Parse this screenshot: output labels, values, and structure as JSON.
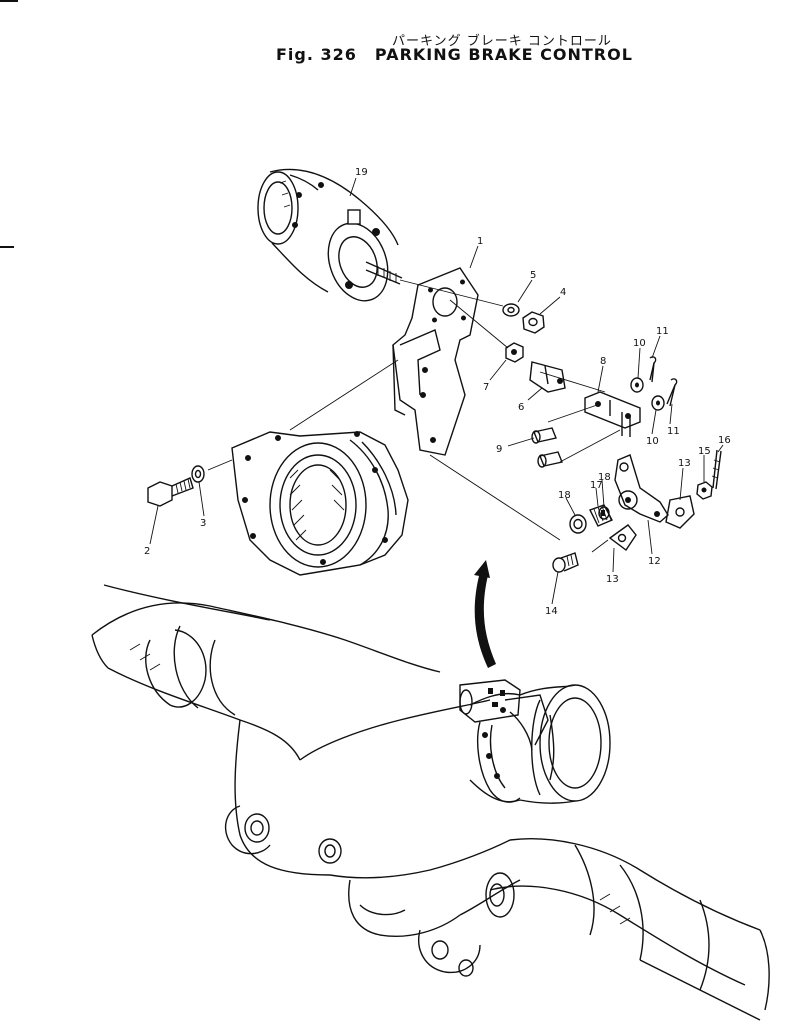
{
  "title": {
    "japanese": "パーキング ブレーキ コントロール",
    "figure": "Fig. 326",
    "english": "PARKING BRAKE CONTROL"
  },
  "callouts": [
    {
      "id": "19",
      "label": "19"
    },
    {
      "id": "1",
      "label": "1"
    },
    {
      "id": "5",
      "label": "5"
    },
    {
      "id": "4",
      "label": "4"
    },
    {
      "id": "7",
      "label": "7"
    },
    {
      "id": "6",
      "label": "6"
    },
    {
      "id": "8",
      "label": "8"
    },
    {
      "id": "10a",
      "label": "10"
    },
    {
      "id": "11a",
      "label": "11"
    },
    {
      "id": "10b",
      "label": "10"
    },
    {
      "id": "11b",
      "label": "11"
    },
    {
      "id": "9",
      "label": "9"
    },
    {
      "id": "18a",
      "label": "18"
    },
    {
      "id": "17",
      "label": "17"
    },
    {
      "id": "18b",
      "label": "18"
    },
    {
      "id": "13a",
      "label": "13"
    },
    {
      "id": "15",
      "label": "15"
    },
    {
      "id": "16",
      "label": "16"
    },
    {
      "id": "12",
      "label": "12"
    },
    {
      "id": "13b",
      "label": "13"
    },
    {
      "id": "14",
      "label": "14"
    },
    {
      "id": "3",
      "label": "3"
    },
    {
      "id": "2",
      "label": "2"
    }
  ]
}
